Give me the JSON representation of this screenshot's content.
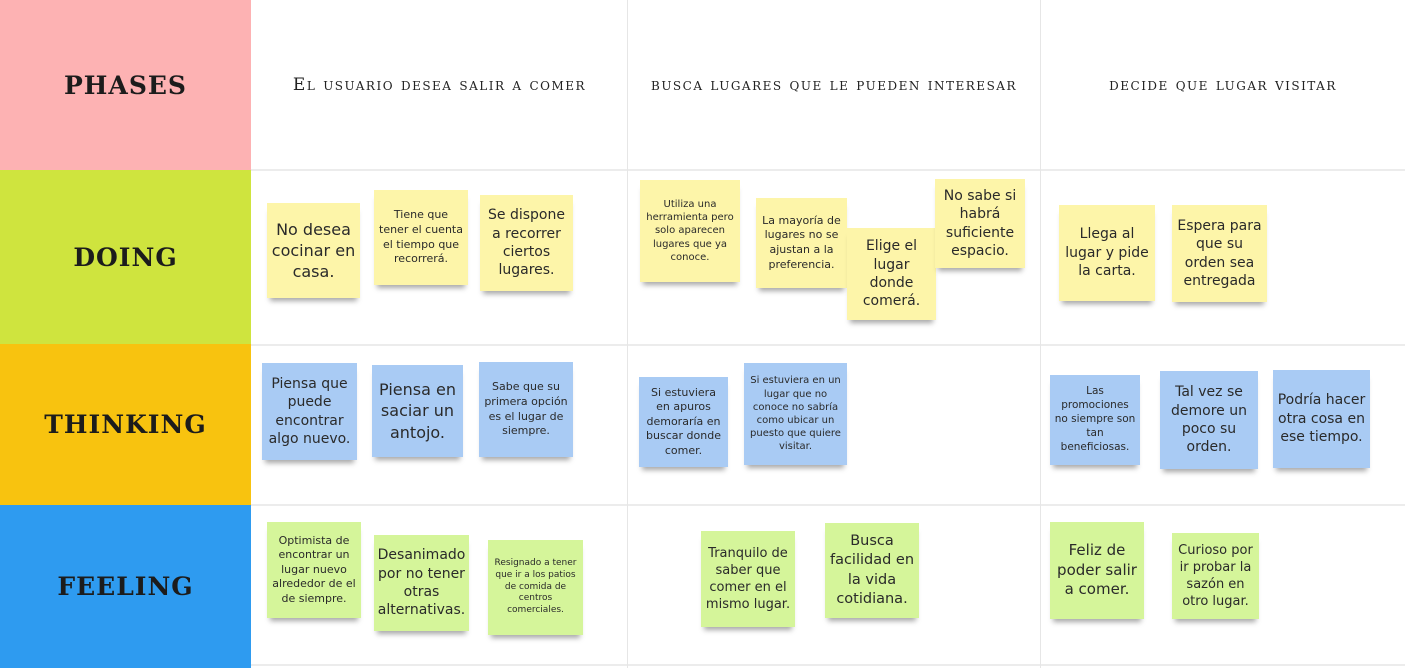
{
  "rows": {
    "phases": "PHASES",
    "doing": "DOING",
    "thinking": "THINKING",
    "feeling": "FEELING"
  },
  "row_colors": {
    "phases": "#fdb2b3",
    "doing": "#cfe43e",
    "thinking": "#f8c30f",
    "feeling": "#2e9bf0"
  },
  "note_colors": {
    "doing": "#fdf5a9",
    "thinking": "#a9cbf4",
    "feeling": "#d5f59a"
  },
  "phases": [
    "El usuario desea salir a comer",
    "busca lugares que le pueden interesar",
    "decide que lugar visitar"
  ],
  "doing": [
    "No desea cocinar en casa.",
    "Tiene que tener el cuenta el tiempo que recorrerá.",
    "Se dispone a recorrer ciertos lugares.",
    "Utiliza una herramienta pero solo aparecen lugares que ya conoce.",
    "La mayoría de lugares no se ajustan a la preferencia.",
    "Elige el lugar donde comerá.",
    "No sabe si habrá suficiente espacio.",
    "Llega al lugar y pide la carta.",
    "Espera para que su orden sea entregada"
  ],
  "thinking": [
    "Piensa que puede encontrar algo nuevo.",
    "Piensa en saciar un antojo.",
    "Sabe que su primera opción es el lugar de siempre.",
    "Si estuviera en apuros demoraría en buscar donde comer.",
    "Si estuviera en un lugar que no conoce no sabría como ubicar un puesto que quiere visitar.",
    "Las promociones no siempre son tan beneficiosas.",
    "Tal vez se demore un poco su orden.",
    "Podría hacer otra cosa en ese tiempo."
  ],
  "feeling": [
    "Optimista de encontrar un lugar nuevo alrededor de el de siempre.",
    "Desanimado por no tener otras alternativas.",
    "Resignado a tener que ir a los patios de comida de centros comerciales.",
    "Tranquilo de saber que comer en el mismo lugar.",
    "Busca facilidad en la vida cotidiana.",
    "Feliz de poder salir a comer.",
    "Curioso por ir probar la sazón en otro lugar."
  ]
}
